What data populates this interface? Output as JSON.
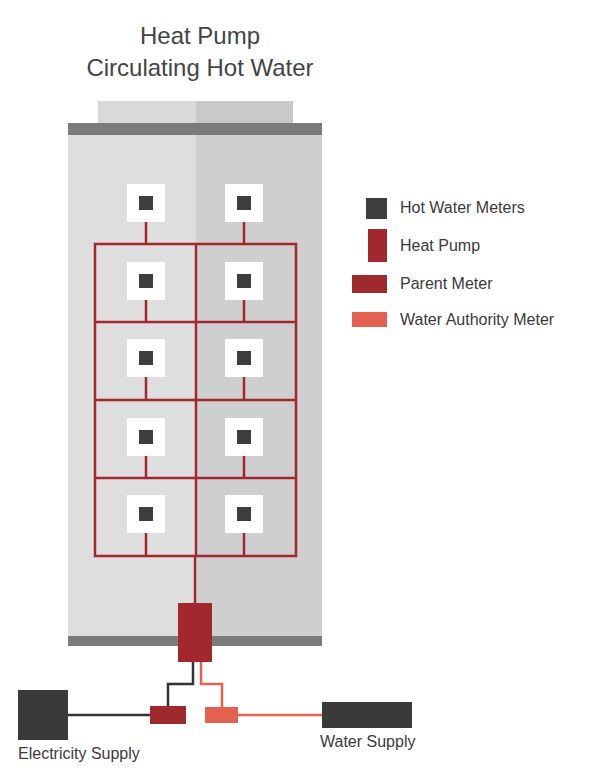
{
  "diagram": {
    "title": "Heat Pump Circulating Hot Water",
    "nodes": [
      {
        "text": [
          "Electricity Supply"
        ]
      },
      {
        "text": [
          "Water Supply"
        ]
      }
    ],
    "legend": [
      {
        "text": "Hot Water Meters",
        "color": "#3d3d3d"
      },
      {
        "text": "Heat Pump",
        "color": "#a3282e"
      },
      {
        "text": "Parent Meter",
        "color": "#9e2a2e"
      },
      {
        "text": "Water Authority Meter",
        "color": "#e2624f"
      }
    ]
  }
}
